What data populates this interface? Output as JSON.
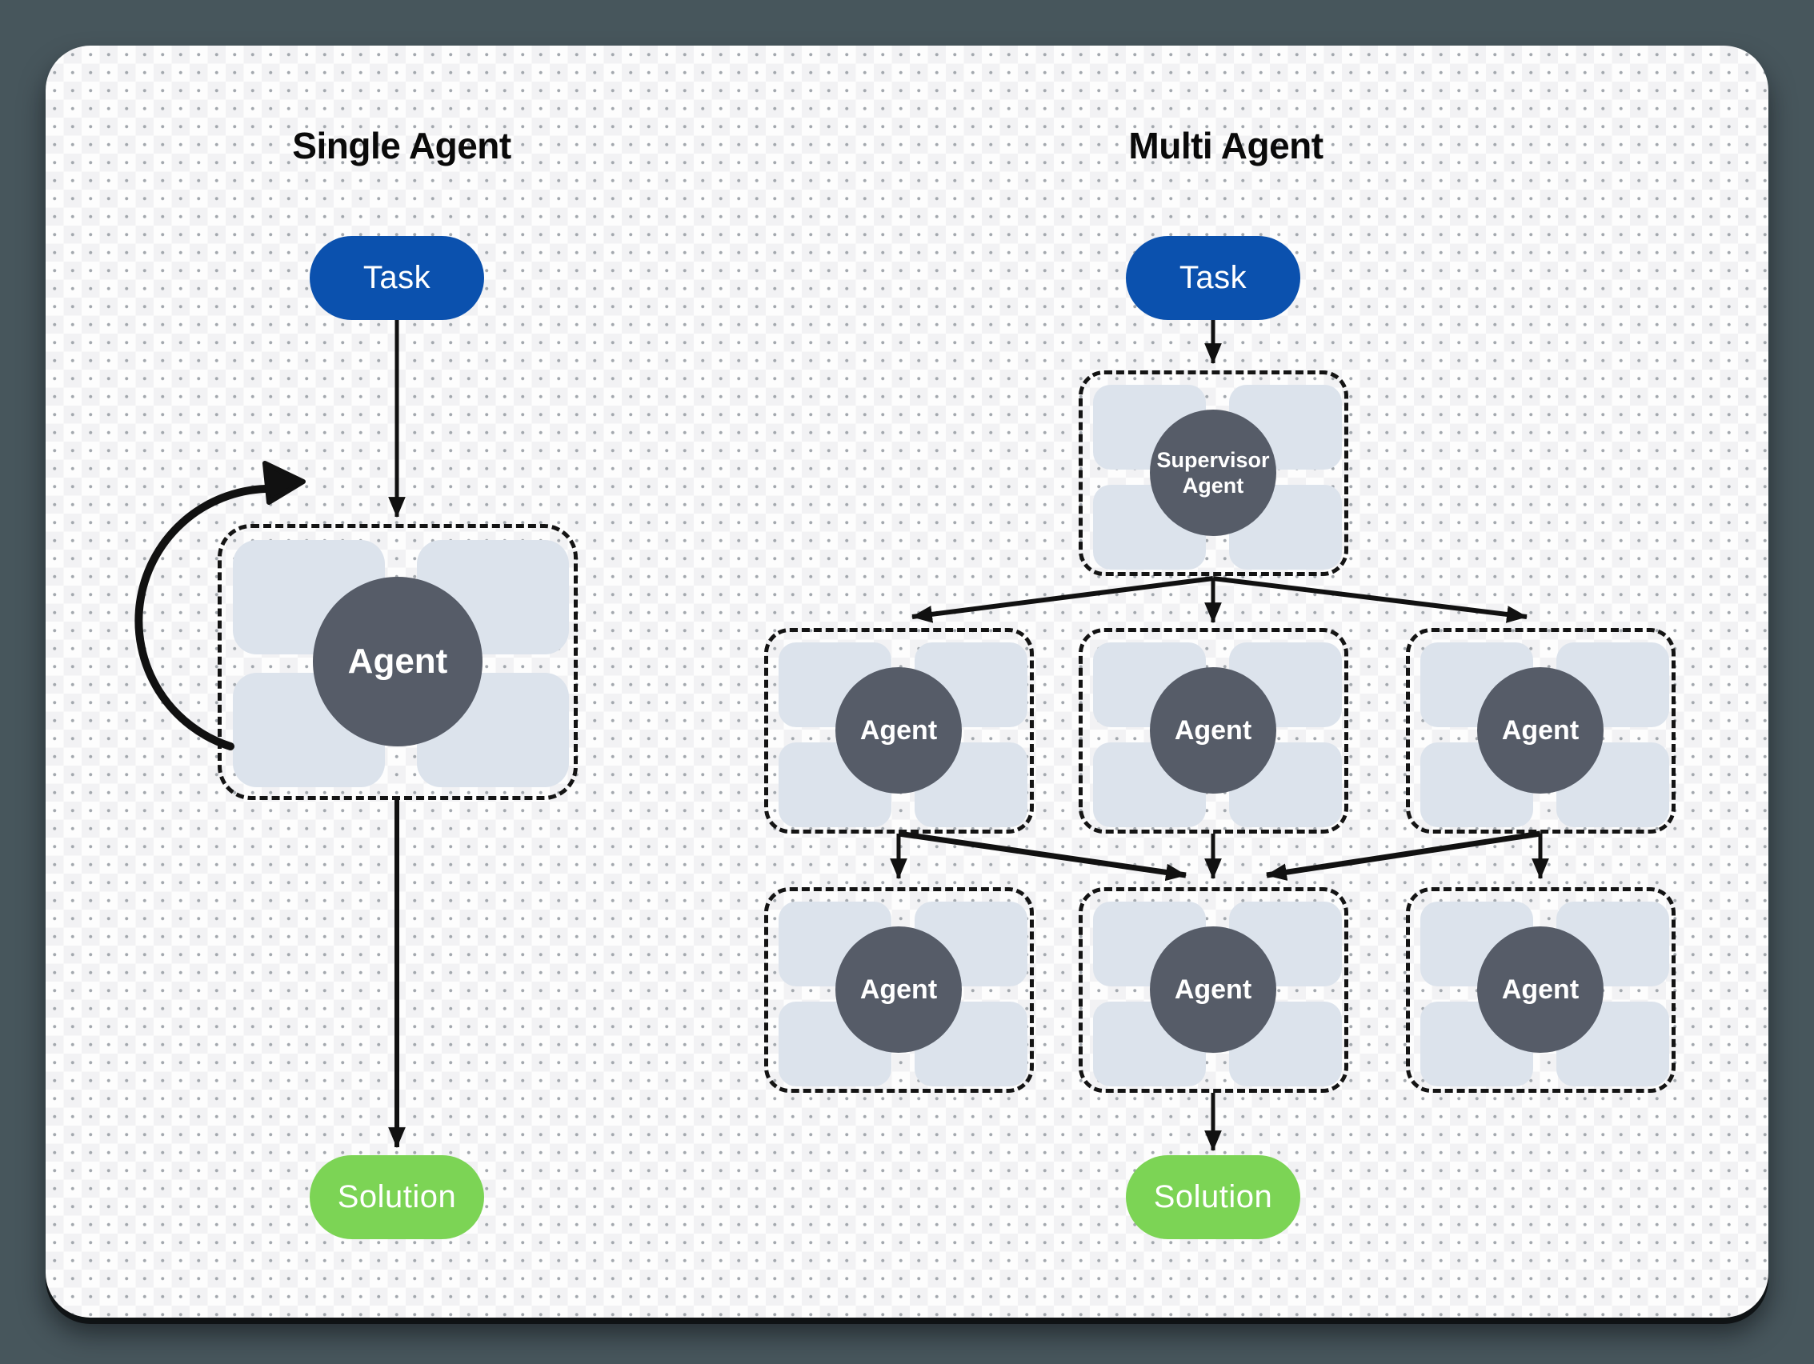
{
  "single": {
    "title": "Single Agent",
    "task_label": "Task",
    "agent_label": "Agent",
    "solution_label": "Solution"
  },
  "multi": {
    "title": "Multi Agent",
    "task_label": "Task",
    "supervisor_label": "Supervisor Agent",
    "row1_agents": [
      "Agent",
      "Agent",
      "Agent"
    ],
    "row2_agents": [
      "Agent",
      "Agent",
      "Agent"
    ],
    "solution_label": "Solution"
  },
  "colors": {
    "task_fill": "#0B51AE",
    "solution_fill": "#7CD455",
    "agent_circle_fill": "#565C68",
    "tool_tile_fill": "#DCE3EC",
    "arrow": "#111111",
    "canvas_fill": "#FDFDFD",
    "outer_background": "#47565C"
  }
}
